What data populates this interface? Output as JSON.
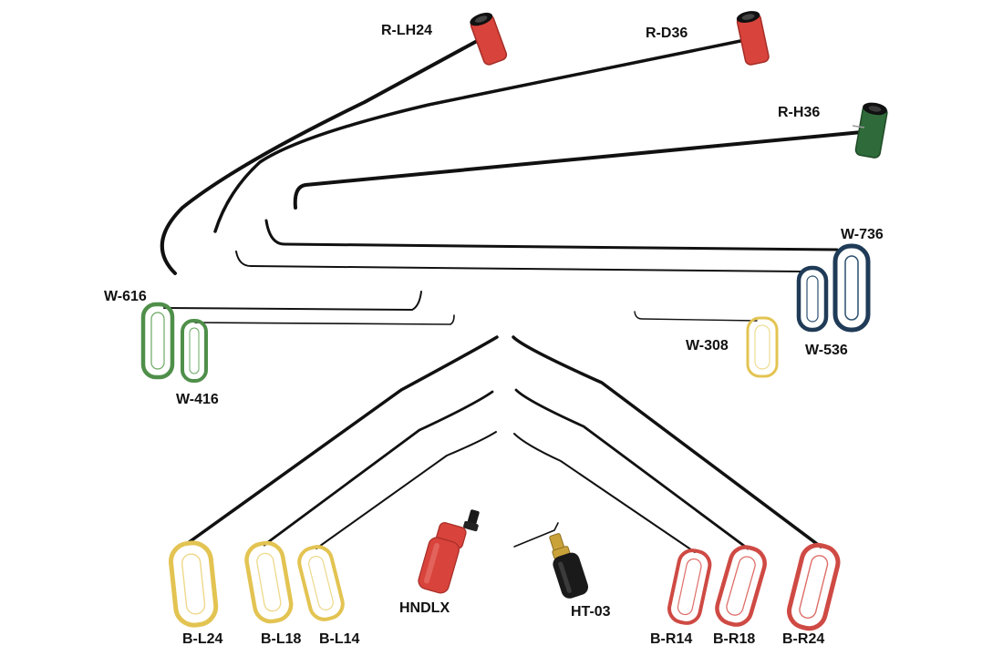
{
  "colors": {
    "background": "#ffffff",
    "rod": "#111111",
    "red_handle": "#d8433b",
    "green_handle": "#2f6b3a",
    "green_loop": "#4f8f4a",
    "navy_loop": "#1f3b57",
    "yellow_loop": "#e3c452",
    "red_loop": "#cf4a44",
    "black_handle": "#1a1a1a",
    "brass_ferrule": "#c9a23a"
  },
  "tools": {
    "r_lh24": "R-LH24",
    "r_d36": "R-D36",
    "r_h36": "R-H36",
    "w_736": "W-736",
    "w_616": "W-616",
    "w_416": "W-416",
    "w_308": "W-308",
    "w_536": "W-536",
    "hndlx": "HNDLX",
    "ht_03": "HT-03",
    "b_l24": "B-L24",
    "b_l18": "B-L18",
    "b_l14": "B-L14",
    "b_r14": "B-R14",
    "b_r18": "B-R18",
    "b_r24": "B-R24"
  }
}
